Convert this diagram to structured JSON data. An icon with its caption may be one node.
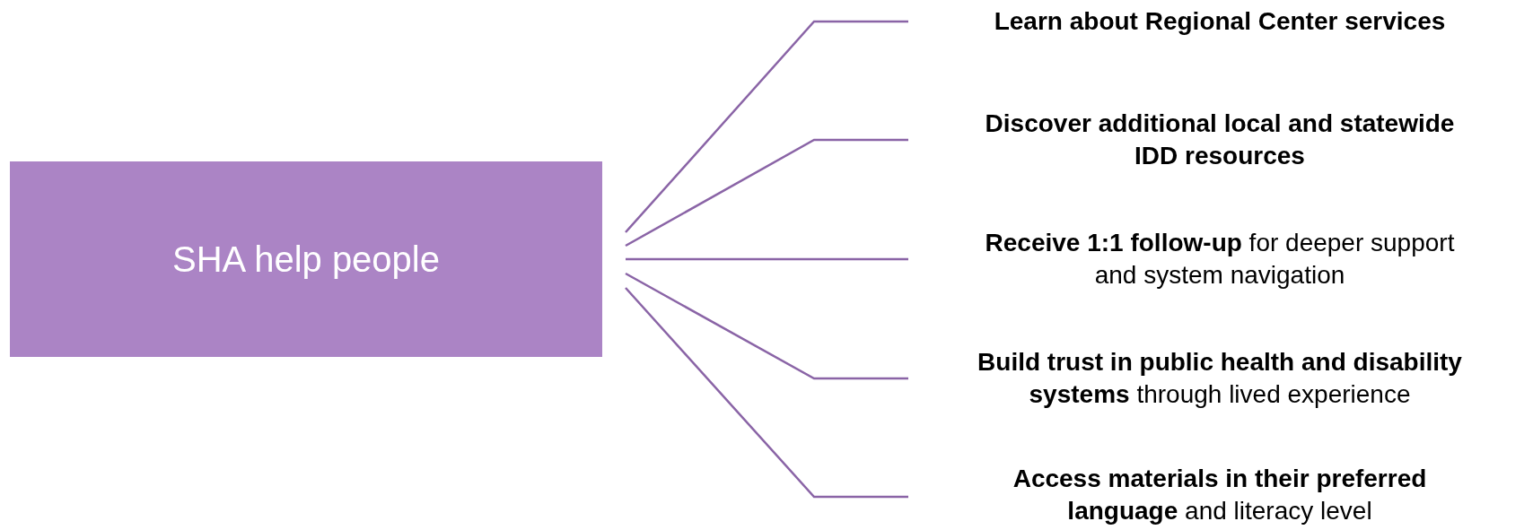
{
  "diagram": {
    "nodes": [
      {
        "text": [
          "SHA help people"
        ]
      },
      {
        "text": [
          "Learn about Regional Center services"
        ]
      },
      {
        "text": [
          "Discover additional local and statewide IDD resources"
        ]
      },
      {
        "text": [
          "**Receive 1:1 follow-up** for deeper support and system navigation"
        ]
      },
      {
        "text": [
          "**Build trust in public health and disability systems** through lived experience"
        ]
      },
      {
        "text": [
          "**Access materials in their preferred language** and literacy level"
        ]
      }
    ],
    "edges": [
      {
        "from": 0,
        "to": 1,
        "arrow": "none"
      },
      {
        "from": 0,
        "to": 2,
        "arrow": "none"
      },
      {
        "from": 0,
        "to": 3,
        "arrow": "none"
      },
      {
        "from": 0,
        "to": 4,
        "arrow": "none"
      },
      {
        "from": 0,
        "to": 5,
        "arrow": "none"
      }
    ]
  }
}
